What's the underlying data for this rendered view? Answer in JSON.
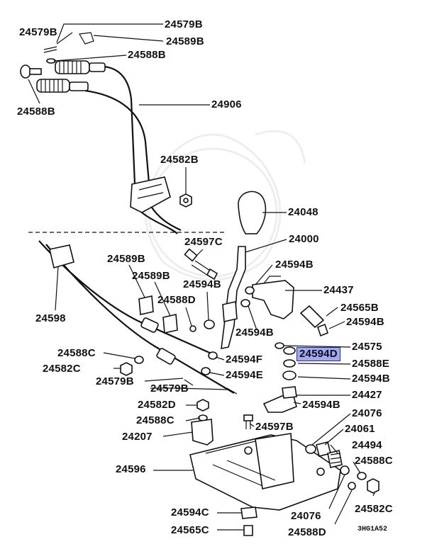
{
  "diagram": {
    "highlight_color": "#a5a9e8",
    "selected_part": "24594D",
    "figure_code": "3HG1A52",
    "parts": {
      "p24579B_top": "24579B",
      "p24589B_top": "24589B",
      "p24588B_top": "24588B",
      "p24588B_left": "24588B",
      "p24906": "24906",
      "p24582B": "24582B",
      "p24048": "24048",
      "p24597C": "24597C",
      "p24000": "24000",
      "p24598": "24598",
      "p24589B_a": "24589B",
      "p24589B_b": "24589B",
      "p24594B_a": "24594B",
      "p24594B_b": "24594B",
      "p24437": "24437",
      "p24588D_top": "24588D",
      "p24565B": "24565B",
      "p24594B_c": "24594B",
      "p24594B_d": "24594B",
      "p24575": "24575",
      "p24594D": "24594D",
      "p24594F": "24594F",
      "p24588C_a": "24588C",
      "p24588E": "24588E",
      "p24582C_a": "24582C",
      "p24594E": "24594E",
      "p24594B_e": "24594B",
      "p24579B_a": "24579B",
      "p24579B_b": "24579B",
      "p24427": "24427",
      "p24582D": "24582D",
      "p24594B_f": "24594B",
      "p24076_a": "24076",
      "p24588C_b": "24588C",
      "p24597B": "24597B",
      "p24061": "24061",
      "p24207": "24207",
      "p24494": "24494",
      "p24596": "24596",
      "p24588C_c": "24588C",
      "p24594C": "24594C",
      "p24076_b": "24076",
      "p24582C_b": "24582C",
      "p24565C": "24565C",
      "p24588D_bot": "24588D"
    }
  }
}
